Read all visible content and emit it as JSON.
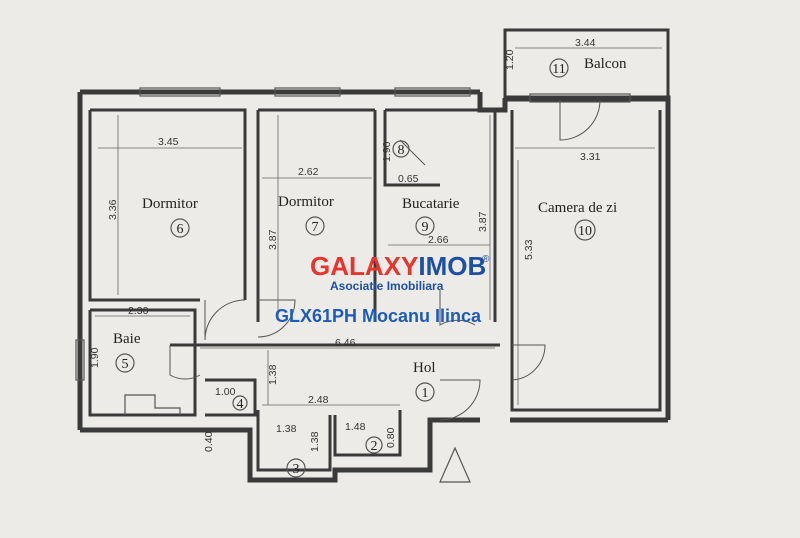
{
  "rooms": {
    "balcon": {
      "name": "Balcon",
      "num": "11"
    },
    "dormitor6": {
      "name": "Dormitor",
      "num": "6"
    },
    "dormitor7": {
      "name": "Dormitor",
      "num": "7"
    },
    "bucatarie": {
      "name": "Bucatarie",
      "num": "9"
    },
    "camera": {
      "name": "Camera de zi",
      "num": "10"
    },
    "baie": {
      "name": "Baie",
      "num": "5"
    },
    "hol": {
      "name": "Hol",
      "num": "1"
    },
    "room8": {
      "num": "8"
    },
    "room4": {
      "num": "4"
    },
    "room3": {
      "num": "3"
    },
    "room2": {
      "num": "2"
    }
  },
  "dimensions": {
    "balcon_w": "3.44",
    "balcon_h": "1.20",
    "d6_w": "3.45",
    "d6_h": "3.36",
    "d7_w": "2.62",
    "d7_h": "3.87",
    "r8_h": "1.90",
    "r8_w": "0.65",
    "buc_w": "2.66",
    "buc_h": "3.87",
    "cam_w": "3.31",
    "cam_h": "5.33",
    "baie_w": "2.30",
    "baie_h": "1.90",
    "hol_w": "6.46",
    "hol_v": "1.38",
    "r4_w": "1.00",
    "r_bottom_w": "2.48",
    "r3_w": "1.38",
    "r3_h": "1.38",
    "r2_w": "1.48",
    "r2_h": "0.80",
    "left_v": "0.40"
  },
  "watermark": {
    "brand_a": "GALAXY",
    "brand_b": "IMOB",
    "registered": "®",
    "subtitle": "Asociatie Imobiliara",
    "agent": "GLX61PH Mocanu Ilinca",
    "colors": {
      "galaxy": "#e8352b",
      "imob": "#1d4fa3",
      "text": "#1d5bb8"
    }
  }
}
